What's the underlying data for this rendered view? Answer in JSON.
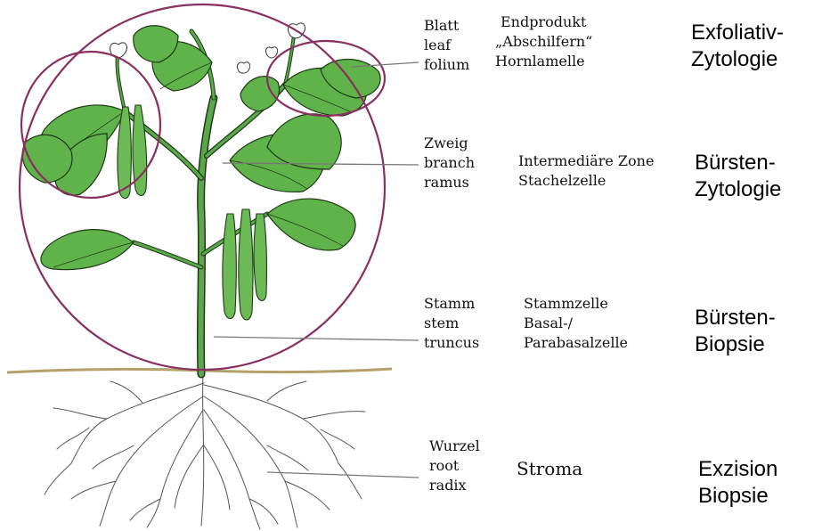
{
  "levels": [
    {
      "plant_part": [
        "Blatt",
        "leaf",
        "folium"
      ],
      "cell_layer": [
        "Endprodukt",
        "„Abschilfern“",
        "Hornlamelle"
      ],
      "method": [
        "Exfoliativ-",
        "Zytologie"
      ]
    },
    {
      "plant_part": [
        "Zweig",
        "branch",
        "ramus"
      ],
      "cell_layer": [
        "Intermediäre Zone",
        "Stachelzelle"
      ],
      "method": [
        "Bürsten-",
        "Zytologie"
      ]
    },
    {
      "plant_part": [
        "Stamm",
        "stem",
        "truncus"
      ],
      "cell_layer": [
        "Stammzelle",
        "Basal-/",
        "Parabasalzelle"
      ],
      "method": [
        "Bürsten-",
        "Biopsie"
      ]
    },
    {
      "plant_part": [
        "Wurzel",
        "root",
        "radix"
      ],
      "cell_layer": [
        "Stroma"
      ],
      "method": [
        "Exzision",
        "Biopsie"
      ]
    }
  ],
  "colors": {
    "circle": "#8a3060",
    "leaf": "#5fb34a",
    "ground": "#b5a06a",
    "pointer": "#777777"
  }
}
